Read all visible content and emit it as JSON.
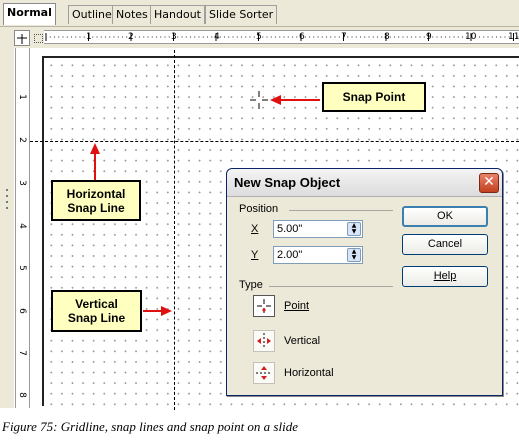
{
  "tabs": [
    "Normal",
    "Outline",
    "Notes",
    "Handout",
    "Slide Sorter"
  ],
  "active_tab": "Normal",
  "ruler": {
    "h_labels": [
      "1",
      "2",
      "3",
      "4",
      "5",
      "6",
      "7",
      "8",
      "9",
      "10",
      "11"
    ],
    "v_labels": [
      "1",
      "2",
      "3",
      "4",
      "5",
      "6",
      "7",
      "8"
    ]
  },
  "callouts": {
    "snap_point": "Snap Point",
    "horizontal_line1": "Horizontal",
    "horizontal_line2": "Snap Line",
    "vertical_line1": "Vertical",
    "vertical_line2": "Snap Line"
  },
  "dialog": {
    "title": "New Snap Object",
    "close_glyph": "✕",
    "position_label": "Position",
    "x_label": "X",
    "x_value": "5.00\"",
    "y_label": "Y",
    "y_value": "2.00\"",
    "type_label": "Type",
    "type_point": "Point",
    "type_vertical": "Vertical",
    "type_horizontal": "Horizontal",
    "ok": "OK",
    "cancel": "Cancel",
    "help": "Help"
  },
  "caption": "Figure 75: Gridline, snap lines and snap point on a slide",
  "colors": {
    "callout_bg": "#ffffc0",
    "arrow": "#e01010",
    "close_button": "#c94a2b"
  }
}
